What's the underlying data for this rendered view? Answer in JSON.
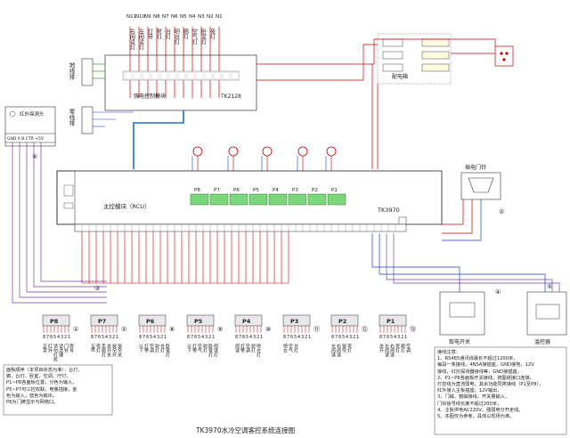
{
  "title": "TK3970水冷空调客控系统连接图",
  "top_nodes": [
    "N11",
    "N10",
    "N9",
    "N8",
    "N7",
    "N6",
    "N5",
    "N4",
    "N3",
    "N2",
    "N1"
  ],
  "top_labels": [
    "右阅读灯",
    "左阅读灯",
    "灯带",
    "射灯",
    "台灯",
    "吧台灯",
    "廊灯",
    "空气灯",
    "卧室灯",
    "夜灯"
  ],
  "ground_wire": "地线排",
  "neutral_wire": "零线排",
  "power_module": "强电控制模块",
  "power_module_id": "TK2128",
  "distribution_box": "配电箱",
  "main_module": "主控模块（RCU）",
  "main_module_id": "TK3970",
  "card_switch": "取电开关",
  "thermostat": "温控器",
  "doorbell": "插电门铃",
  "smart_panel": "红外探测头",
  "wire_labels": {
    "phase": "相",
    "neutral": "零",
    "ground": "地"
  },
  "panels": [
    {
      "id": "P8",
      "num": "①",
      "labels": [
        "正常",
        "红外",
        "请勿打扰",
        "请清理",
        "门铃",
        "房号"
      ]
    },
    {
      "id": "P7",
      "num": "②",
      "labels": [
        "U盘",
        "夜灯",
        "走廊灯",
        "总开关",
        "窗帘开",
        "窗帘关"
      ]
    },
    {
      "id": "P6",
      "num": "⑧",
      "labels": [
        "以下",
        "灯带",
        "空调",
        "射灯",
        "台灯",
        "卧室灯"
      ]
    },
    {
      "id": "P5",
      "num": "⑨",
      "labels": [
        "以下",
        "灯带",
        "空气",
        "射灯",
        "卧室灯",
        "阅读灯"
      ]
    },
    {
      "id": "P4",
      "num": "⑩",
      "labels": [
        "阅读",
        "灯带",
        "空调",
        "射灯",
        "吧台灯"
      ]
    },
    {
      "id": "P3",
      "num": "⑪",
      "labels": [
        "吧台",
        "空气",
        "台灯"
      ]
    },
    {
      "id": "P2",
      "num": "⑫",
      "labels": [
        "左阅读",
        "右阅读",
        "窗帘",
        "夜灯"
      ]
    },
    {
      "id": "P1",
      "num": "⑬",
      "labels": [
        "总开",
        "左阅读",
        "右阅读",
        "夜灯",
        "廊灯",
        "空调"
      ]
    }
  ],
  "pins": [
    "8",
    "7",
    "6",
    "5",
    "4",
    "3",
    "2",
    "1"
  ],
  "module_tags": {
    "p_row": [
      "P8",
      "P7",
      "P6",
      "P5",
      "P4",
      "P3",
      "P2",
      "P1"
    ]
  },
  "notes_left": [
    "面板顺序（本项目状态为准）：台灯、",
    "廊、台灯、卧室、空调、厅灯、",
    "P1~P8各面板位置，分色为输入，",
    "P5~P7可三控双联，电量插接，金",
    "色为输入，蓝色为输出，",
    "P8为门牌显示与网络口。"
  ],
  "notes_right": [
    "接线注意：",
    "1、RS485通讯线最长不超过1200米，",
    "每段一条接线，4N5A接插座，GND接地，12V",
    "接线，红外探测器接线等，GND接插座，",
    "",
    "2、P1~P8各面板开关接线，按图纸接口连接，",
    "灯控线为直流弱电，其余功能同类接线（P1至P8），",
    "红外接入主板插座，12V输出，",
    "3、门磁、窗磁接线，开关量输入，",
    "门铃信号线长度不超过200米，",
    "4、主板供电AC220V，强弱电分开走线。",
    "5、本图仅为参考，具体以现场为准。"
  ]
}
